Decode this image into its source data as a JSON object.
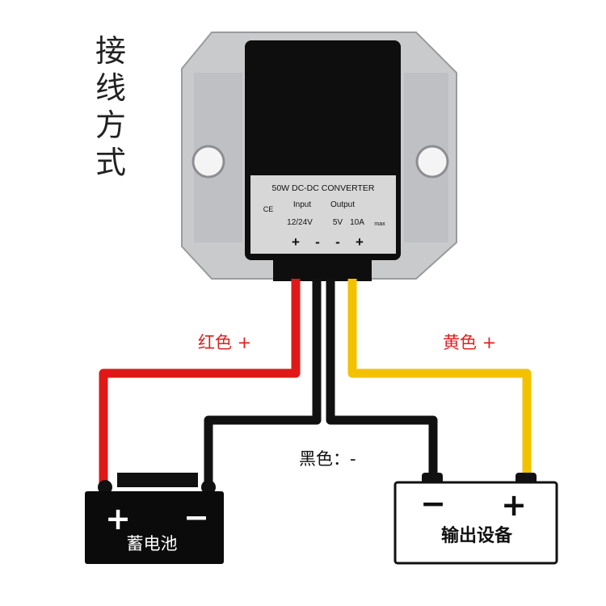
{
  "title": "接线方式",
  "module": {
    "heading": "50W DC-DC CONVERTER",
    "ce": "CE",
    "input_label": "Input",
    "output_label": "Output",
    "input_value": "12/24V",
    "output_voltage": "5V",
    "output_current": "10A",
    "max_label": "max",
    "terminals": [
      "+",
      "-",
      "-",
      "+"
    ]
  },
  "wires": {
    "red_label": "红色 +",
    "yellow_label": "黄色 +",
    "black_label": "黑色：-"
  },
  "battery": {
    "plus": "+",
    "minus": "−",
    "label": "蓄电池"
  },
  "output_device": {
    "minus": "−",
    "plus": "+",
    "label": "输出设备"
  },
  "colors": {
    "red": "#e01818",
    "yellow": "#f2c200",
    "black": "#111111",
    "label_red": "#e02020",
    "label_yellow": "#e02020"
  }
}
